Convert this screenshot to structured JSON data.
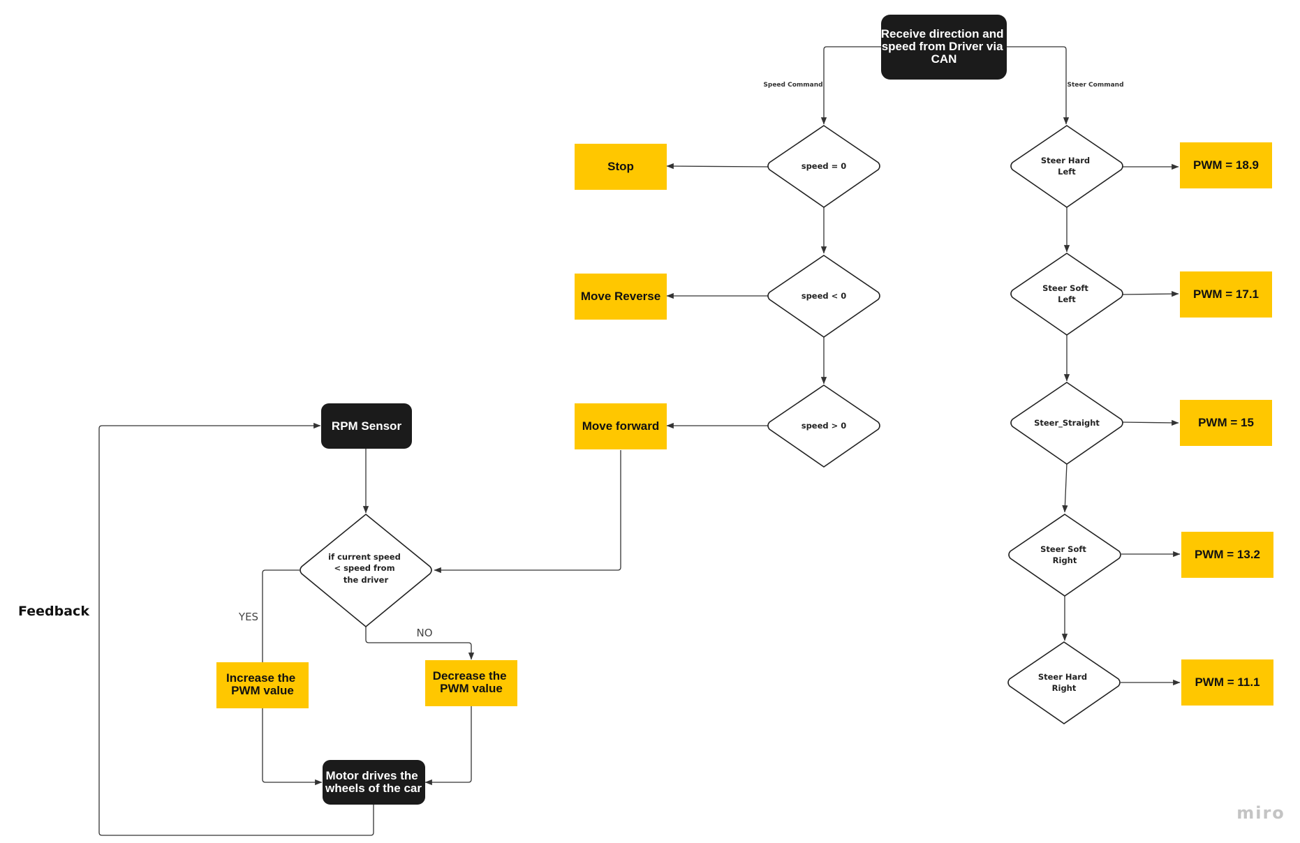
{
  "nodes": {
    "receive": {
      "lines": [
        "Receive direction and",
        "speed from Driver via",
        "CAN"
      ]
    },
    "stop": {
      "text": "Stop"
    },
    "move_reverse": {
      "text": "Move Reverse"
    },
    "move_forward": {
      "text": "Move forward"
    },
    "speed_eq0": {
      "text": "speed = 0"
    },
    "speed_lt0": {
      "text": "speed < 0"
    },
    "speed_gt0": {
      "text": "speed > 0"
    },
    "steer_hard_left": {
      "lines": [
        "Steer Hard",
        "Left"
      ]
    },
    "steer_soft_left": {
      "lines": [
        "Steer Soft",
        "Left"
      ]
    },
    "steer_straight": {
      "text": "Steer_Straight"
    },
    "steer_soft_right": {
      "lines": [
        "Steer Soft",
        "Right"
      ]
    },
    "steer_hard_right": {
      "lines": [
        "Steer Hard",
        "Right"
      ]
    },
    "pwm_189": {
      "text": "PWM = 18.9"
    },
    "pwm_171": {
      "text": "PWM = 17.1"
    },
    "pwm_15": {
      "text": "PWM = 15"
    },
    "pwm_132": {
      "text": "PWM = 13.2"
    },
    "pwm_111": {
      "text": "PWM = 11.1"
    },
    "rpm_sensor": {
      "text": "RPM Sensor"
    },
    "compare": {
      "lines": [
        "if current speed",
        "< speed from",
        "the driver"
      ]
    },
    "increase_pwm": {
      "lines": [
        "Increase the",
        "PWM value"
      ]
    },
    "decrease_pwm": {
      "lines": [
        "Decrease the",
        "PWM value"
      ]
    },
    "motor": {
      "lines": [
        "Motor drives the",
        "wheels of the car"
      ]
    }
  },
  "edge_labels": {
    "speed_command": "Speed Command",
    "steer_command": "Steer Command",
    "yes": "YES",
    "no": "NO"
  },
  "feedback_label": "Feedback",
  "watermark": "miro",
  "colors": {
    "dark_node": "#1b1b1b",
    "action_node": "#ffc700",
    "edge": "#333333"
  }
}
